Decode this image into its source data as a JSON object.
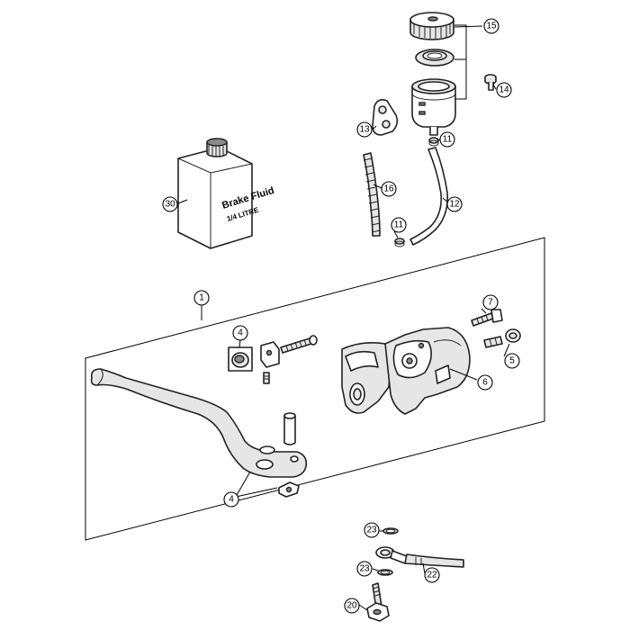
{
  "bottle": {
    "line1": "Brake Fluid",
    "line2": "1/4 LITRE"
  },
  "callouts": {
    "c1": "1",
    "c4a": "4",
    "c4b": "4",
    "c5": "5",
    "c6": "6",
    "c7": "7",
    "c11a": "11",
    "c11b": "11",
    "c12": "12",
    "c13": "13",
    "c14": "14",
    "c15": "15",
    "c16": "16",
    "c20": "20",
    "c22": "22",
    "c23a": "23",
    "c23b": "23",
    "c30": "30"
  }
}
